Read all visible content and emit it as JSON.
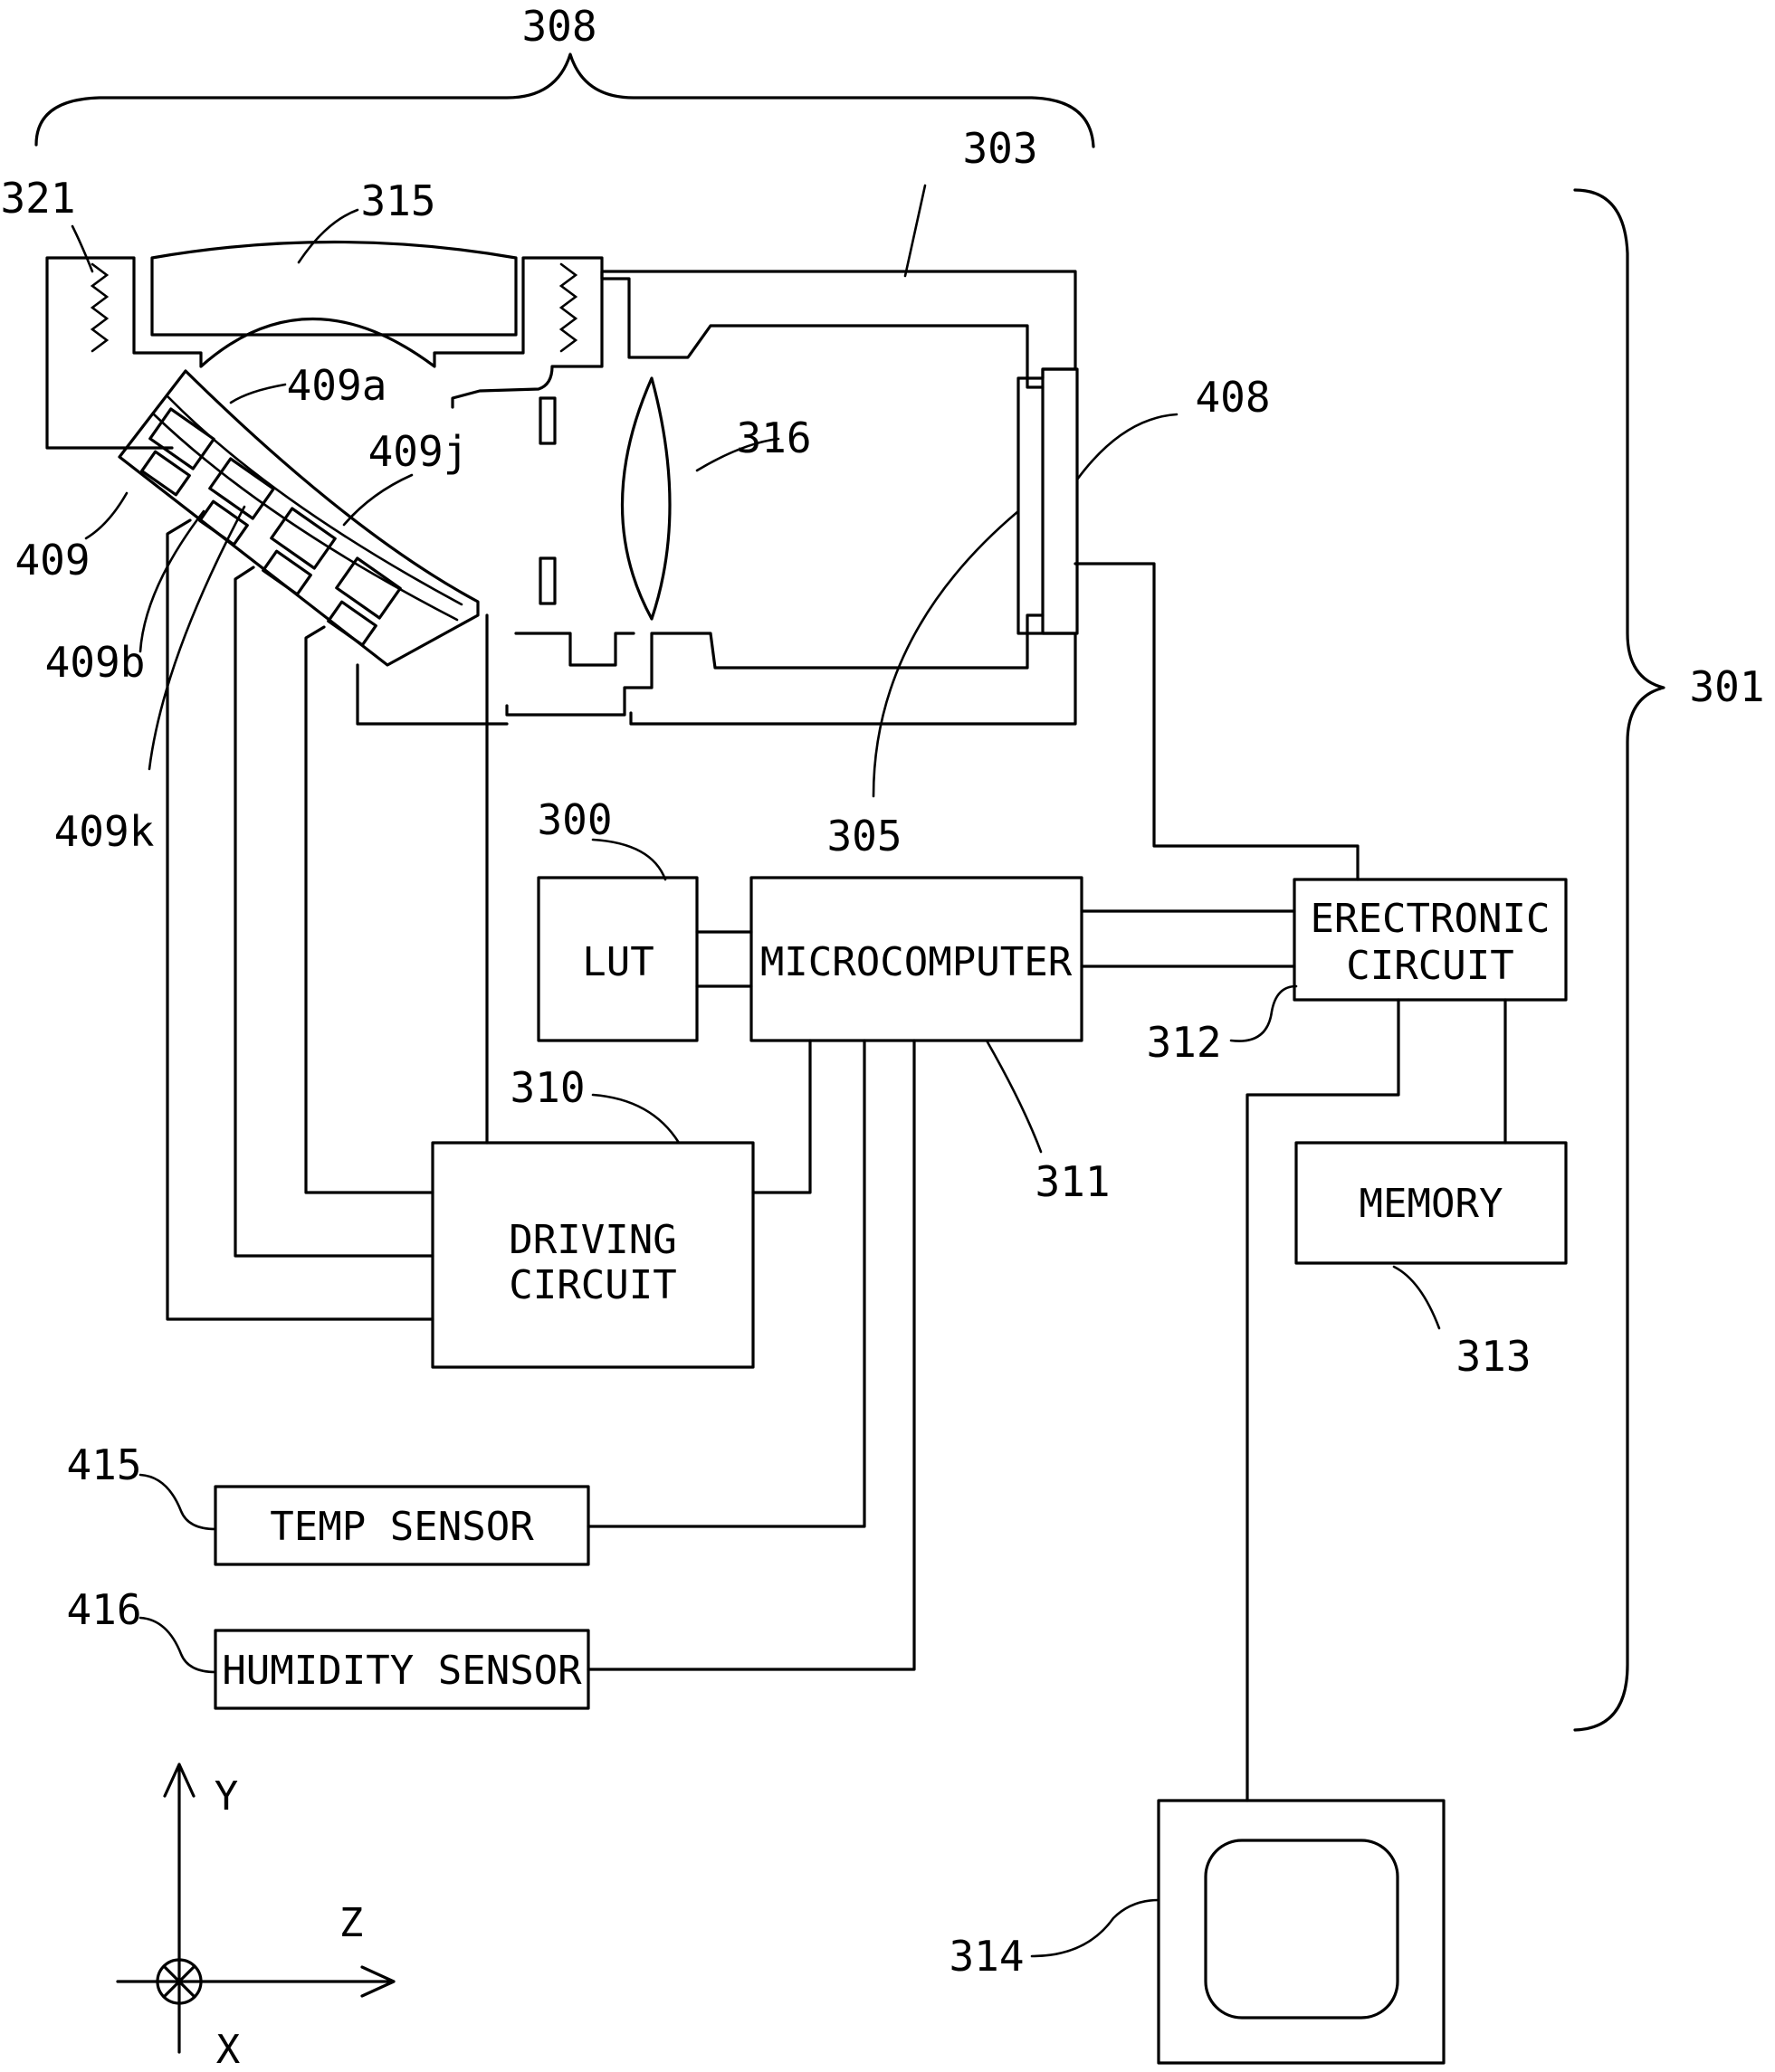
{
  "blocks": {
    "lut": "LUT",
    "microcomputer": "MICROCOMPUTER",
    "electronic_circuit": [
      "ERECTRONIC",
      "CIRCUIT"
    ],
    "memory": "MEMORY",
    "driving_circuit": [
      "DRIVING",
      "CIRCUIT"
    ],
    "temp_sensor": "TEMP SENSOR",
    "humidity_sensor": "HUMIDITY SENSOR"
  },
  "refs": {
    "r308": "308",
    "r303": "303",
    "r321": "321",
    "r315": "315",
    "r409a": "409a",
    "r409j": "409j",
    "r316": "316",
    "r408": "408",
    "r409": "409",
    "r409b": "409b",
    "r409k": "409k",
    "r301": "301",
    "r300": "300",
    "r305": "305",
    "r310": "310",
    "r312": "312",
    "r311": "311",
    "r313": "313",
    "r415": "415",
    "r416": "416",
    "r314": "314"
  },
  "axes": {
    "y": "Y",
    "z": "Z",
    "x": "X"
  }
}
